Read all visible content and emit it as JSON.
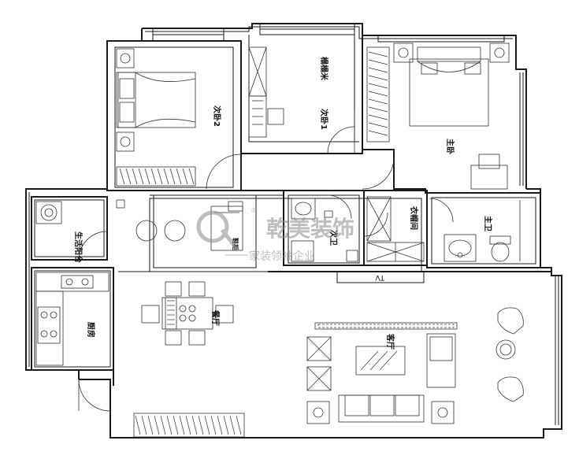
{
  "rooms": {
    "secondary_bedroom_2": "次卧2",
    "secondary_bedroom_1": "次卧1",
    "wardrobe_top": "榻榻米",
    "master_bedroom": "主卧",
    "walk_in_closet": "衣帽间",
    "master_bath": "主卫",
    "second_bath": "次卫",
    "laundry_balcony": "生活阳台",
    "kitchen": "厨房",
    "dining": "餐厅",
    "living": "客厅",
    "shoe_cabinet": "鞋柜",
    "tv_label": "TV"
  },
  "watermark": {
    "brand": "乾美装饰",
    "slogan": "家装领袖企业",
    "registered": "®"
  }
}
